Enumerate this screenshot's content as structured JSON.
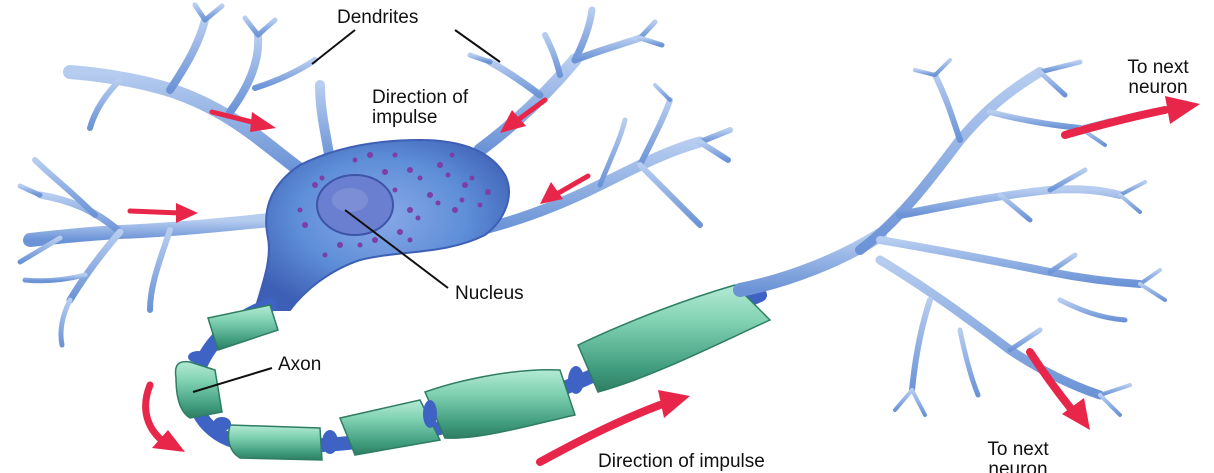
{
  "labels": {
    "dendrites": "Dendrites",
    "direction_top": "Direction of\nimpulse",
    "nucleus": "Nucleus",
    "axon": "Axon",
    "direction_bottom": "Direction of impulse",
    "next_neuron_top": "To next\nneuron",
    "next_neuron_bottom": "To next\nneuron"
  },
  "colors": {
    "dendrite_fill": "#8fb2e3",
    "dendrite_stroke": "#4f78c6",
    "soma_fill": "#5f8fd8",
    "soma_dark": "#3d5fb5",
    "nissl": "#7b3fa6",
    "nucleus_fill": "#6a7fcf",
    "myelin_fill": "#6fc7a7",
    "myelin_dark": "#3e9a7c",
    "myelin_light": "#b5ead5",
    "node": "#3f63c4",
    "arrow": "#e8264a",
    "text": "#111111"
  },
  "icons": {
    "arrow": "impulse-direction-arrow"
  }
}
